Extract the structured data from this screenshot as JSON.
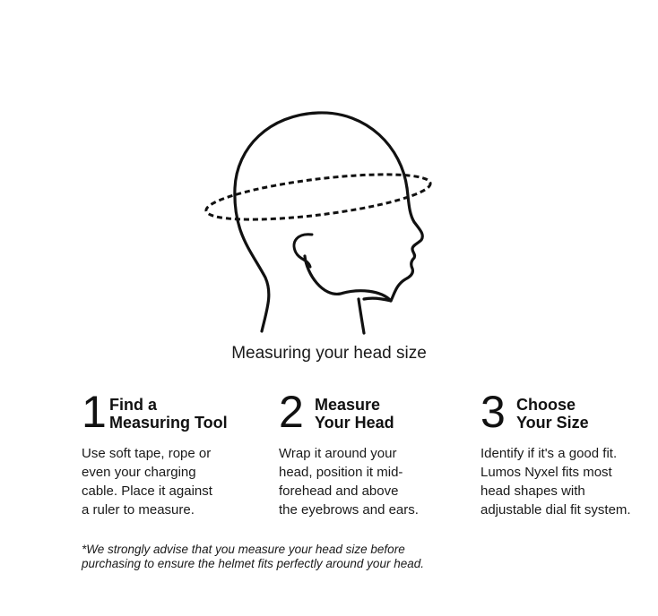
{
  "caption": "Measuring your head size",
  "steps": [
    {
      "number": "1",
      "title_lines": [
        "Find a",
        "Measuring Tool"
      ],
      "description_lines": [
        "Use soft tape, rope or",
        "even your charging",
        "cable. Place it against",
        "a ruler to measure."
      ]
    },
    {
      "number": "2",
      "title_lines": [
        "Measure",
        "Your Head"
      ],
      "description_lines": [
        "Wrap it around your",
        "head, position it mid-",
        "forehead and above",
        "the eyebrows and ears."
      ]
    },
    {
      "number": "3",
      "title_lines": [
        "Choose",
        "Your Size"
      ],
      "description_lines": [
        "Identify if it's a good fit.",
        "Lumos Nyxel fits most",
        "head shapes with",
        "adjustable dial fit system."
      ]
    }
  ],
  "note_lines": [
    "*We strongly advise that you measure your head size before",
    "purchasing to ensure the helmet fits perfectly around your head."
  ],
  "icons": [
    "head-profile-icon",
    "measuring-tape-icon"
  ]
}
